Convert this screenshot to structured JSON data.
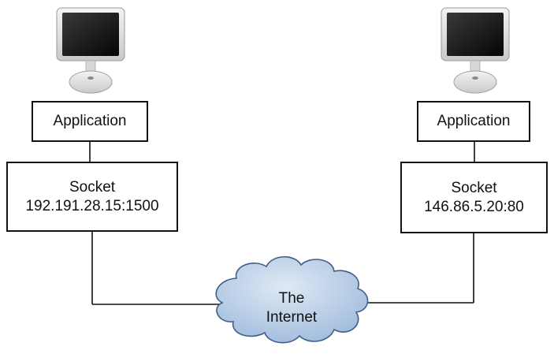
{
  "diagram": {
    "left": {
      "application": "Application",
      "socket_title": "Socket",
      "socket_address": "192.191.28.15:1500"
    },
    "right": {
      "application": "Application",
      "socket_title": "Socket",
      "socket_address": "146.86.5.20:80"
    },
    "network": {
      "line1": "The",
      "line2": "Internet"
    }
  },
  "colors": {
    "cloud_fill": "#b7cde6",
    "cloud_stroke": "#3f5f88",
    "line": "#111111"
  },
  "icons": [
    "computer-icon",
    "computer-icon"
  ]
}
